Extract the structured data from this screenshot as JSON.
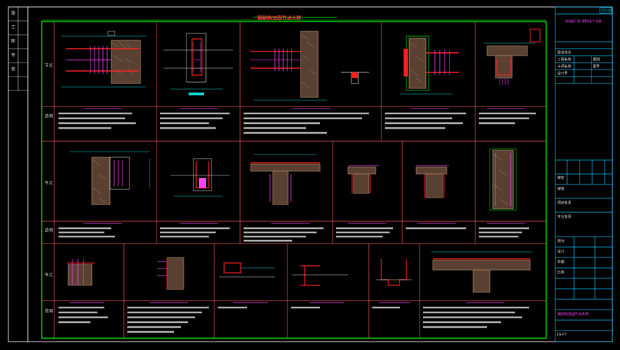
{
  "title": "钢结构加固节点大样",
  "row_labels": {
    "r1_label": "节点",
    "r1_note": "说明",
    "r2_label": "节点",
    "r2_note": "说明",
    "r3_label": "节点",
    "r3_note": "说明"
  },
  "side_strip": [
    "施",
    "工",
    "图",
    "审",
    "查"
  ],
  "title_block": {
    "top_tag": "设计出图",
    "project": "某加固工程 结构设计 说明",
    "fields": [
      "建设单位",
      "工程名称",
      "子项名称",
      "设计号",
      "图别",
      "图号",
      "审定",
      "审核",
      "项目负责",
      "专业负责",
      "校对",
      "设计",
      "日期",
      "比例"
    ],
    "drawing_name": "钢结构加固节点大样",
    "sheet_no": "JG-07"
  },
  "colors": {
    "frame": "#00e000",
    "grid": "#ff5a5a",
    "concrete_hatch": "#b08a70",
    "steel": "#ff2020",
    "rebar": "#ff40ff",
    "dim": "#00e0e0",
    "text": "#e8e8e8",
    "titleblock": "#00c8ff"
  }
}
